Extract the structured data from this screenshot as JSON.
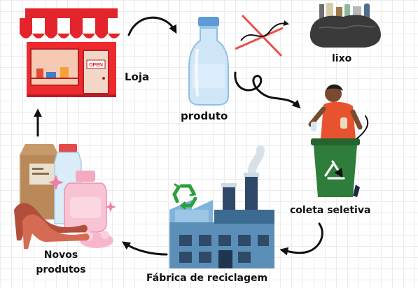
{
  "labels": {
    "loja": "Loja",
    "produto": "produto",
    "lixo": "lixo",
    "coleta": "coleta seletiva",
    "fabrica": "Fábrica de reciclagem",
    "novos_line1": "Novos",
    "novos_line2": "produtos"
  },
  "store_sign": "OPEN",
  "icons": {
    "store": "store-icon",
    "bottle": "water-bottle-icon",
    "trash": "trash-pile-icon",
    "bin": "recycling-bin-icon",
    "factory": "factory-icon",
    "products": "products-icon",
    "recycle": "recycle-symbol-icon"
  },
  "colors": {
    "awning_red": "#e4242b",
    "store_red": "#ee2a2e",
    "bin_green": "#2f7d3a",
    "factory_blue": "#5b8fb8",
    "recycle_green": "#2e9e3f",
    "bottle_blue": "#cfe6f7",
    "arrow": "#111111"
  }
}
